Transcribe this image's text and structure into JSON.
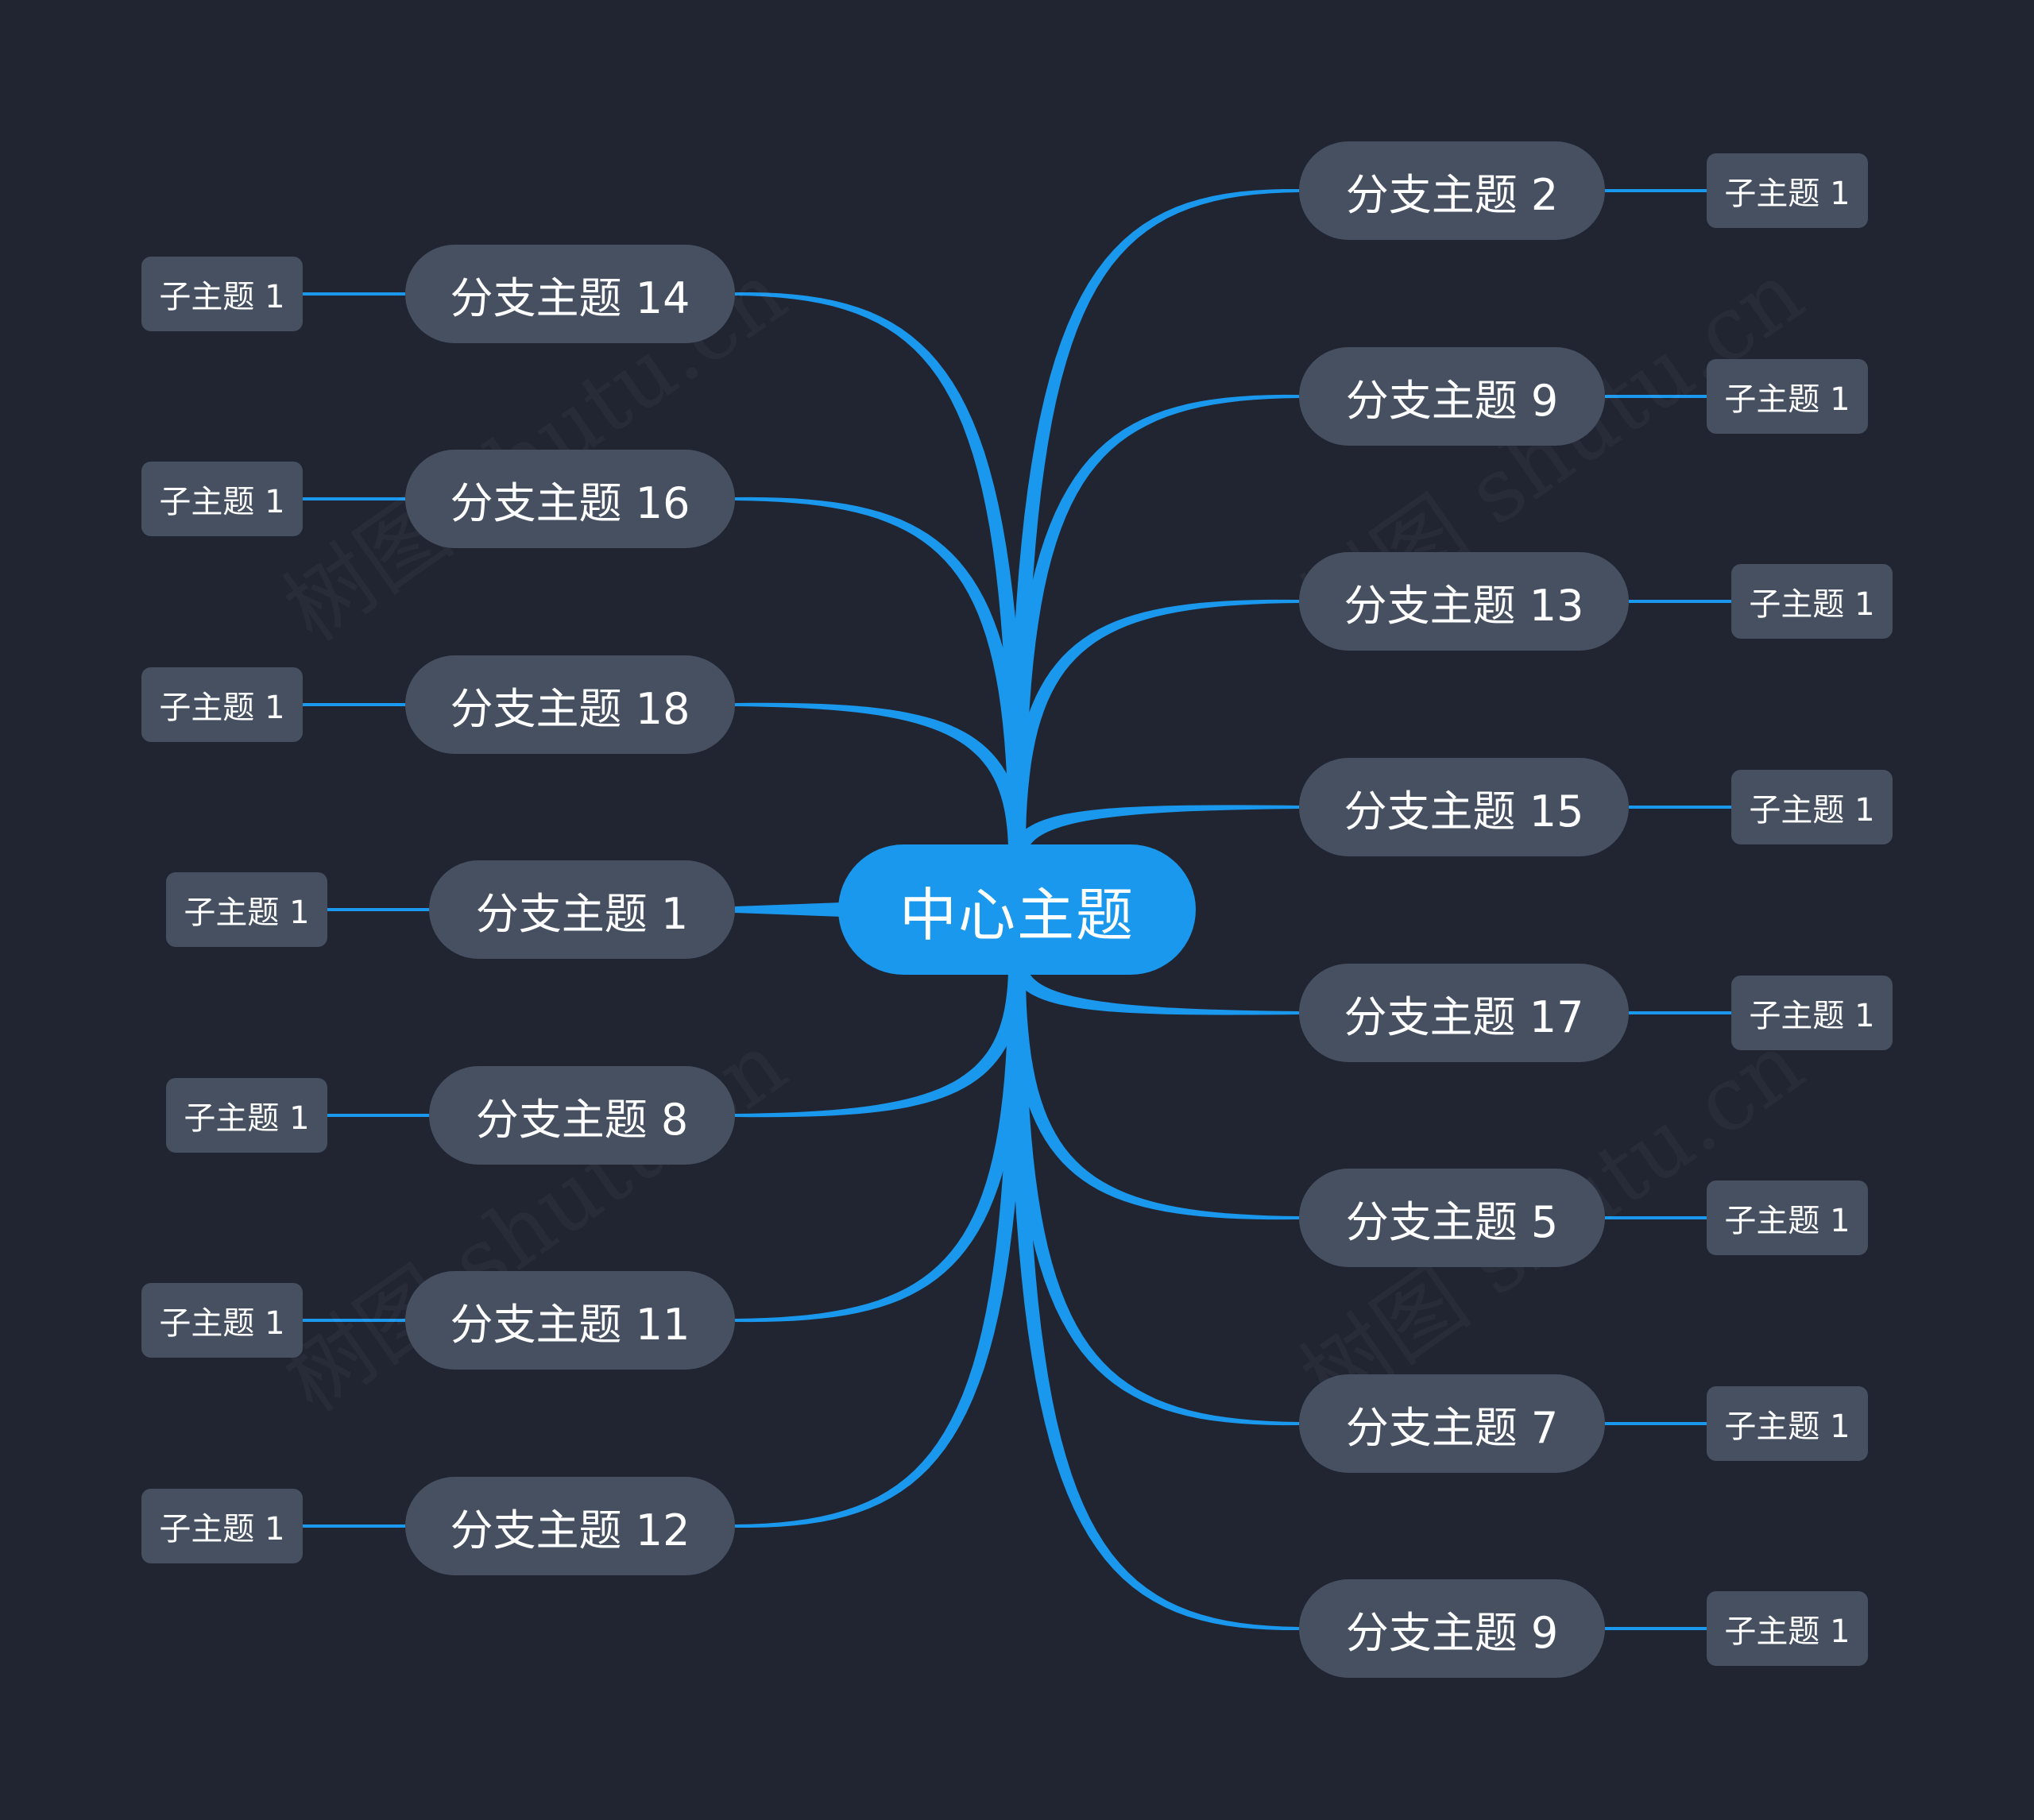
{
  "colors": {
    "background": "#212532",
    "central_fill": "#1a98ee",
    "node_fill": "#465061",
    "link": "#1a98ee",
    "text": "#ffffff"
  },
  "central": {
    "label": "中心主题"
  },
  "left_branches": [
    {
      "label": "分支主题 14",
      "sub": "子主题 1"
    },
    {
      "label": "分支主题 16",
      "sub": "子主题 1"
    },
    {
      "label": "分支主题 18",
      "sub": "子主题 1"
    },
    {
      "label": "分支主题 1",
      "sub": "子主题 1"
    },
    {
      "label": "分支主题 8",
      "sub": "子主题 1"
    },
    {
      "label": "分支主题 11",
      "sub": "子主题 1"
    },
    {
      "label": "分支主题 12",
      "sub": "子主题 1"
    }
  ],
  "right_branches": [
    {
      "label": "分支主题 2",
      "sub": "子主题 1"
    },
    {
      "label": "分支主题 9",
      "sub": "子主题 1"
    },
    {
      "label": "分支主题 13",
      "sub": "子主题 1"
    },
    {
      "label": "分支主题 15",
      "sub": "子主题 1"
    },
    {
      "label": "分支主题 17",
      "sub": "子主题 1"
    },
    {
      "label": "分支主题 5",
      "sub": "子主题 1"
    },
    {
      "label": "分支主题 7",
      "sub": "子主题 1"
    },
    {
      "label": "分支主题 9",
      "sub": "子主题 1"
    }
  ],
  "watermark": "树图 shutu.cn"
}
